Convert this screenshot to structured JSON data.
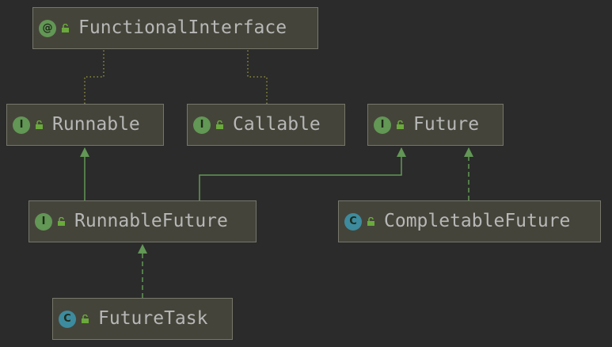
{
  "colors": {
    "background": "#2b2b2b",
    "node_fill": "#45443a",
    "node_border": "#76766b",
    "text": "#b7b7b7",
    "interface_badge": "#629755",
    "class_badge": "#3d8b9e",
    "annotation_badge": "#629755",
    "lock": "#6aaa3c",
    "edge": "#629755",
    "annotation_edge": "#8c8c3c"
  },
  "nodes": {
    "functional_interface": {
      "badge": "@",
      "label": "FunctionalInterface",
      "kind": "annotation",
      "icon": "annotation-icon"
    },
    "runnable": {
      "badge": "I",
      "label": "Runnable",
      "kind": "interface",
      "icon": "interface-icon"
    },
    "callable": {
      "badge": "I",
      "label": "Callable",
      "kind": "interface",
      "icon": "interface-icon"
    },
    "future": {
      "badge": "I",
      "label": "Future",
      "kind": "interface",
      "icon": "interface-icon"
    },
    "runnable_future": {
      "badge": "I",
      "label": "RunnableFuture",
      "kind": "interface",
      "icon": "interface-icon"
    },
    "completable_future": {
      "badge": "C",
      "label": "CompletableFuture",
      "kind": "class",
      "icon": "class-icon"
    },
    "future_task": {
      "badge": "C",
      "label": "FutureTask",
      "kind": "class",
      "icon": "class-icon"
    }
  },
  "edges": [
    {
      "from": "runnable",
      "to": "functional_interface",
      "style": "annotation"
    },
    {
      "from": "callable",
      "to": "functional_interface",
      "style": "annotation"
    },
    {
      "from": "runnable_future",
      "to": "runnable",
      "style": "extends"
    },
    {
      "from": "runnable_future",
      "to": "future",
      "style": "extends"
    },
    {
      "from": "completable_future",
      "to": "future",
      "style": "implements"
    },
    {
      "from": "future_task",
      "to": "runnable_future",
      "style": "implements"
    }
  ]
}
